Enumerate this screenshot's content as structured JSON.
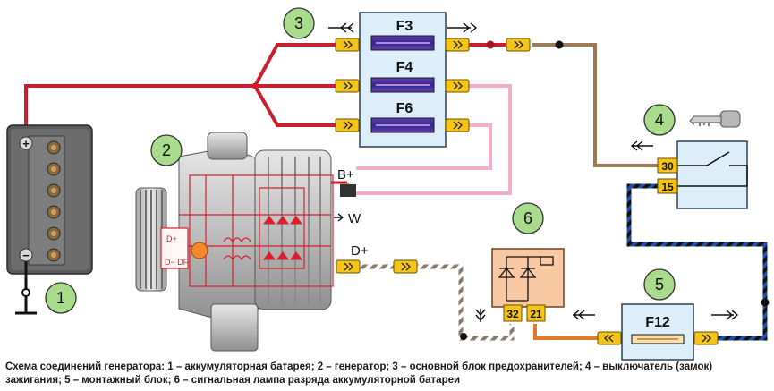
{
  "callouts": {
    "battery": "1",
    "generator": "2",
    "fuse_block": "3",
    "ignition_switch": "4",
    "mounting_block": "5",
    "warning_lamp": "6"
  },
  "fuses": {
    "f3": "F3",
    "f4": "F4",
    "f6": "F6",
    "f12": "F12"
  },
  "terminals": {
    "b_plus": "B+",
    "w": "W",
    "d_plus": "D+",
    "switch_30": "30",
    "switch_15": "15",
    "lamp_32": "32",
    "lamp_21": "21",
    "reg_d_plus": "D+",
    "reg_d_minus_df": "D−  DF"
  },
  "battery_terminals": {
    "plus": "+",
    "minus": "−"
  },
  "caption": {
    "line1": "Схема соединений генератора: 1 – аккумуляторная батарея; 2 – генератор; 3 – основной блок предохранителей; 4 – выключатель (замок)",
    "line2": "зажигания; 5 – монтажный блок; 6 – сигнальная лампа разряда аккумуляторной батареи"
  },
  "colors": {
    "red_wire": "#c8202c",
    "pink_wire": "#f2aeca",
    "brown_wire": "#9b7a56",
    "blue_black_wire": "#1f4fa8",
    "orange_wire": "#e07a26",
    "callout_fill": "#a9db8c",
    "connector_yellow": "#f4c418",
    "panel_blue": "#dbeefa"
  }
}
